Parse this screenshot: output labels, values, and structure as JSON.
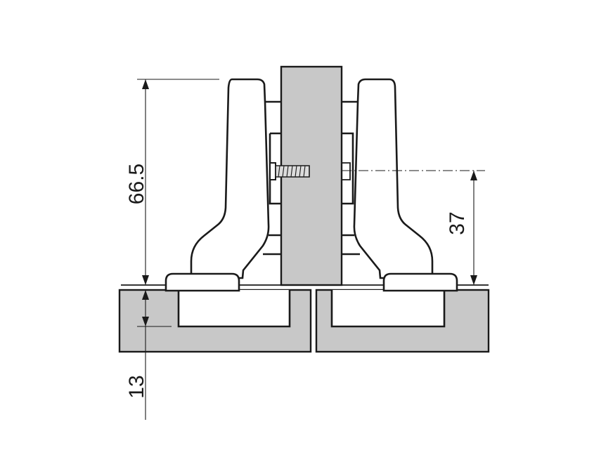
{
  "dimensions": {
    "overall_height": "66.5",
    "mounting_height": "37",
    "cup_depth_offset": "13"
  }
}
